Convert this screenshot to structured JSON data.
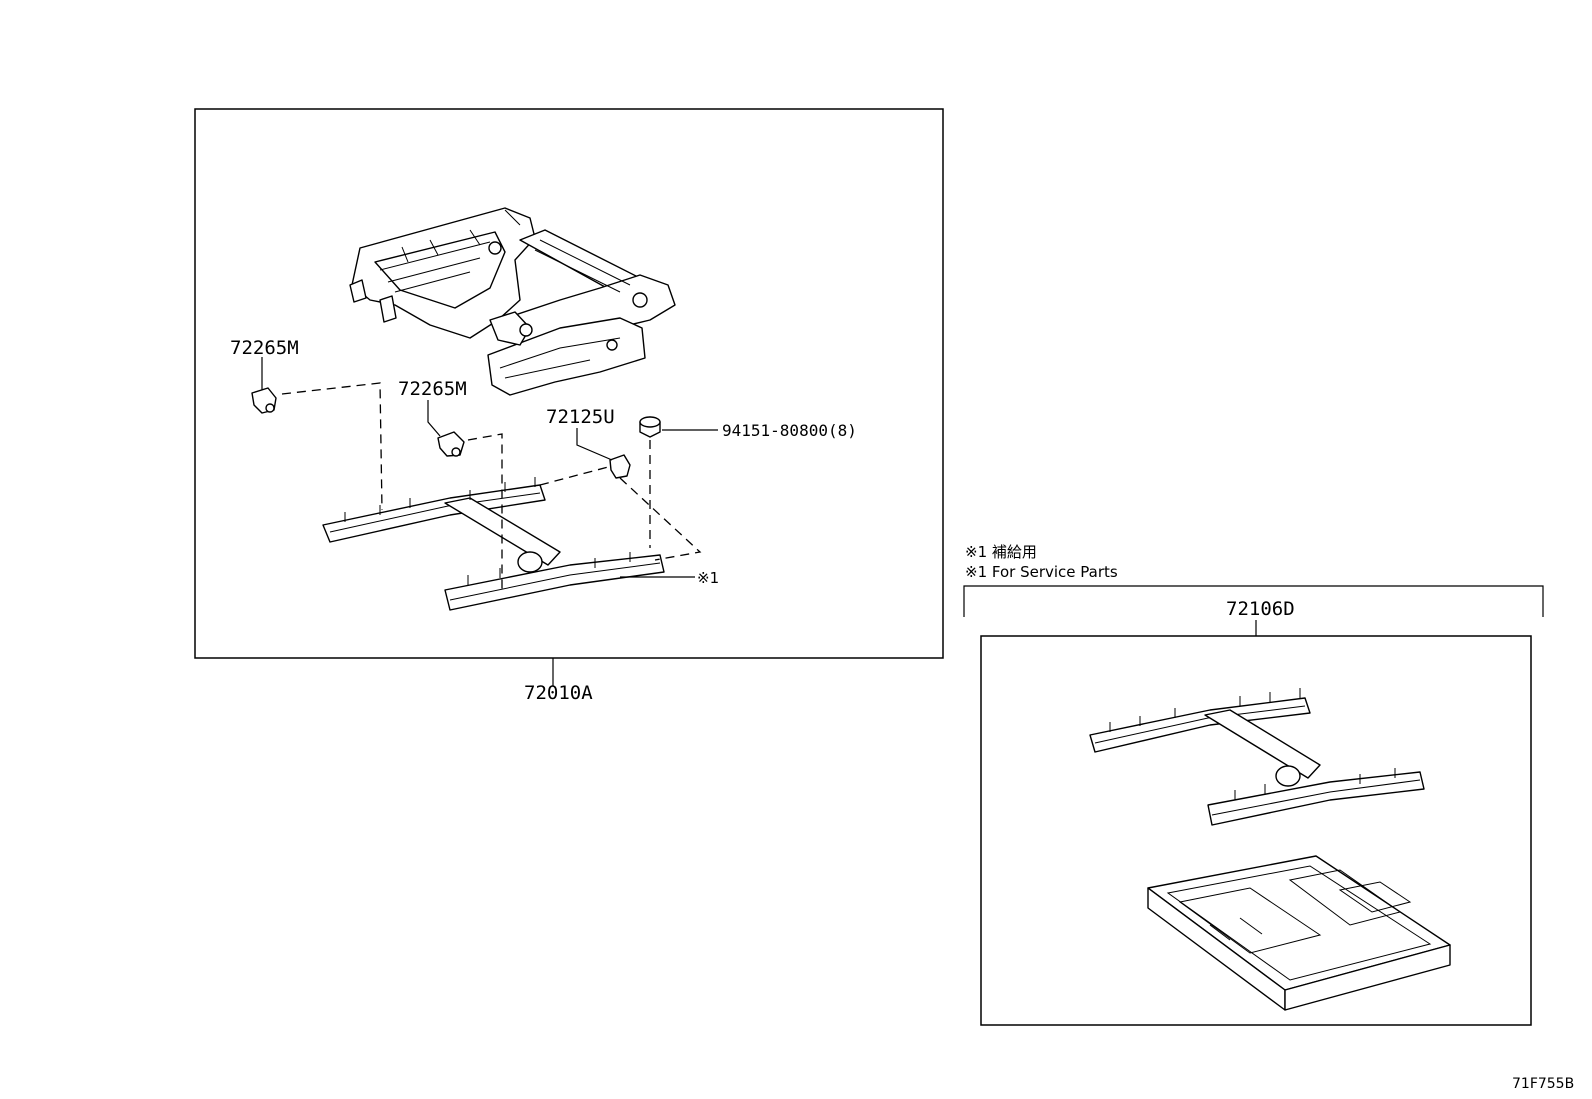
{
  "diagram": {
    "labels": {
      "seat_adjuster_assy": "72010A",
      "cover_left": "72265M",
      "cover_center": "72265M",
      "cover_right": "72125U",
      "nut": "94151-80800(8)",
      "note_mark": "※1",
      "service_note_jp": "※1 補給用",
      "service_note_en": "※1 For Service Parts",
      "service_assy": "72106D",
      "diagram_code": "71F755B"
    }
  }
}
